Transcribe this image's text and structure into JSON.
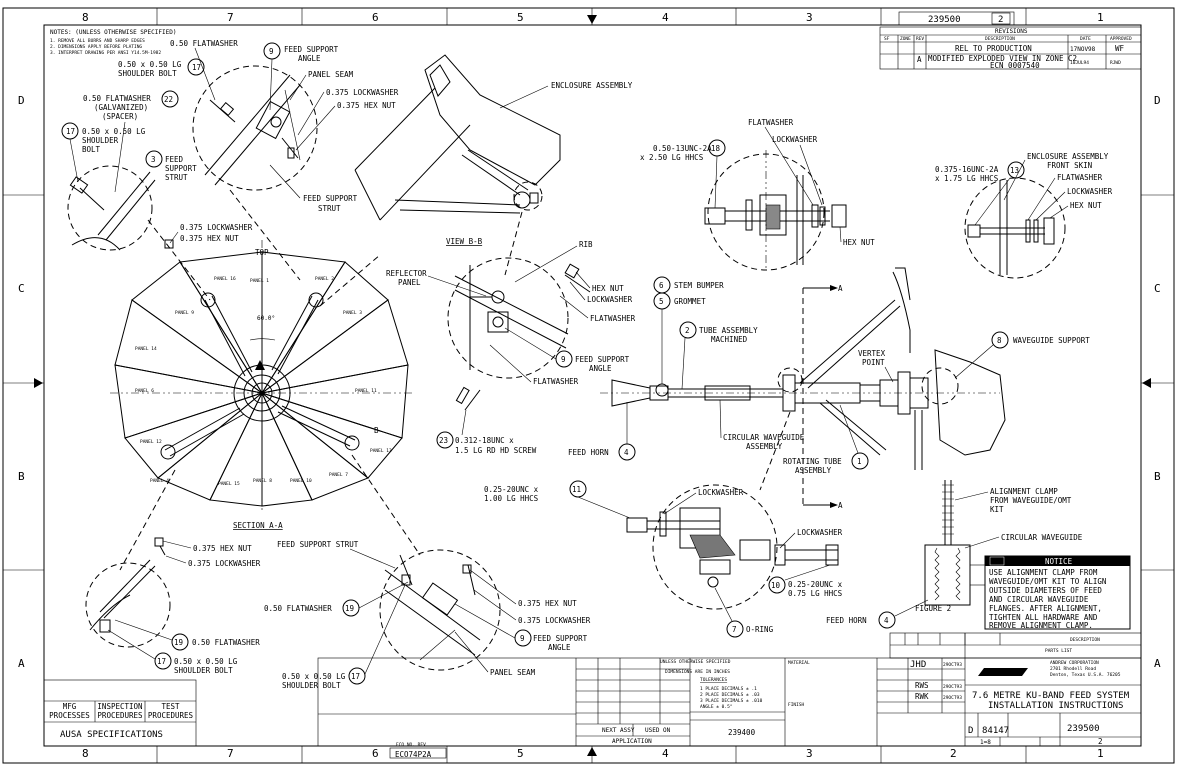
{
  "zones": {
    "columns": [
      "8",
      "7",
      "6",
      "5",
      "4",
      "3",
      "2",
      "1"
    ],
    "rows": [
      "D",
      "C",
      "B",
      "A"
    ]
  },
  "notes": {
    "title": "NOTES: (UNLESS OTHERWISE SPECIFIED)",
    "items": [
      "1. REMOVE ALL BURRS AND SHARP EDGES",
      "2. DIMENSIONS APPLY BEFORE PLATING",
      "3. INTERPRET DRAWING PER ANSI Y14.5M-1982"
    ]
  },
  "revisions": {
    "title": "REVISIONS",
    "headers": [
      "SF",
      "ZONE",
      "REV",
      "DESCRIPTION",
      "DATE",
      "APPROVED"
    ],
    "rows": [
      {
        "rev": "",
        "description": "REL TO PRODUCTION",
        "date": "17NOV98",
        "approved": "WF"
      },
      {
        "rev": "A",
        "description": "MODIFIED EXPLODED VIEW IN ZONE C2",
        "description2": "ECN 0007540",
        "date": "10JUL94",
        "approved": "RJWD"
      }
    ]
  },
  "top_block": {
    "dwg_no": "239500",
    "rev": "2"
  },
  "labels": {
    "flatwasher_050_a": "0.50 FLATWASHER",
    "shoulder_bolt_a1": "0.50 x 0.50 LG",
    "shoulder_bolt_a2": "SHOULDER BOLT",
    "feed_support_angle_a1": "FEED SUPPORT",
    "feed_support_angle_a2": "ANGLE",
    "panel_seam_a": "PANEL SEAM",
    "lockwasher_0375_a": "0.375 LOCKWASHER",
    "hex_nut_0375_a": "0.375 HEX NUT",
    "flatwasher_galv1": "0.50 FLATWASHER",
    "flatwasher_galv2": "(GALVANIZED)",
    "flatwasher_galv3": "(SPACER)",
    "shoulder_bolt_b1": "0.50 x 0.50 LG",
    "shoulder_bolt_b2": "SHOULDER",
    "shoulder_bolt_b3": "BOLT",
    "feed_support_strut_a1": "FEED",
    "feed_support_strut_a2": "SUPPORT",
    "feed_support_strut_a3": "STRUT",
    "feed_support_strut_b1": "FEED SUPPORT",
    "feed_support_strut_b2": "STRUT",
    "lockwasher_0375_b": "0.375 LOCKWASHER",
    "hex_nut_0375_b": "0.375 HEX NUT",
    "enclosure_assembly": "ENCLOSURE ASSEMBLY",
    "view_bb": "VIEW B-B",
    "reflector_panel1": "REFLECTOR",
    "reflector_panel2": "PANEL",
    "rib": "RIB",
    "hex_nut_c": "HEX NUT",
    "lockwasher_c": "LOCKWASHER",
    "flatwasher_c": "FLATWASHER",
    "feed_support_angle_c1": "FEED SUPPORT",
    "feed_support_angle_c2": "ANGLE",
    "flatwasher_c2": "FLATWASHER",
    "screw1": "0.312-18UNC x",
    "screw2": "1.5 LG RD HD SCREW",
    "top": "TOP",
    "angle": "60.0°",
    "section_aa": "SECTION A-A",
    "panels": [
      "PANEL 1",
      "PANEL 2",
      "PANEL 3",
      "PANEL 4",
      "PANEL 6",
      "PANEL 7",
      "PANEL 8",
      "PANEL 9",
      "PANEL 10",
      "PANEL 11",
      "PANEL 12",
      "PANEL 13",
      "PANEL 14",
      "PANEL 15",
      "PANEL 16"
    ],
    "b_mark": "B",
    "hex_nut_d": "0.375 HEX NUT",
    "lockwasher_d": "0.375 LOCKWASHER",
    "flatwasher_d": "0.50 FLATWASHER",
    "shoulder_bolt_d1": "0.50 x 0.50 LG",
    "shoulder_bolt_d2": "SHOULDER BOLT",
    "feed_support_strut_e": "FEED SUPPORT STRUT",
    "flatwasher_e": "0.50 FLATWASHER",
    "hex_nut_e": "0.375 HEX NUT",
    "lockwasher_e": "0.375 LOCKWASHER",
    "feed_support_angle_e1": "FEED SUPPORT",
    "feed_support_angle_e2": "ANGLE",
    "shoulder_bolt_e1": "0.50 x 0.50 LG",
    "shoulder_bolt_e2": "SHOULDER BOLT",
    "panel_seam_e": "PANEL SEAM",
    "flatwasher_f": "FLATWASHER",
    "lockwasher_f": "LOCKWASHER",
    "hhcs18_1": "0.50-13UNC-2A",
    "hhcs18_2": "x 2.50 LG HHCS",
    "hex_nut_f": "HEX NUT",
    "hhcs13_1": "0.375-16UNC-2A",
    "hhcs13_2": "x 1.75 LG HHCS",
    "enclosure_front1": "ENCLOSURE ASSEMBLY",
    "enclosure_front2": "FRONT SKIN",
    "flatwasher_g": "FLATWASHER",
    "lockwasher_g": "LOCKWASHER",
    "hex_nut_g": "HEX NUT",
    "stem_bumper": "STEM BUMPER",
    "grommet": "GROMMET",
    "tube_assembly1": "TUBE ASSEMBLY",
    "tube_assembly2": "MACHINED",
    "section_a_top": "A",
    "section_a_bot": "A",
    "waveguide_support": "WAVEGUIDE SUPPORT",
    "vertex1": "VERTEX",
    "vertex2": "POINT",
    "circ_wg1": "CIRCULAR WAVEGUIDE",
    "circ_wg2": "ASSEMBLY",
    "feed_horn_a": "FEED HORN",
    "rotating1": "ROTATING TUBE",
    "rotating2": "ASSEMBLY",
    "hhcs11_1": "0.25-20UNC x",
    "hhcs11_2": "1.00 LG HHCS",
    "lockwasher_h": "LOCKWASHER",
    "lockwasher_i": "LOCKWASHER",
    "hhcs10_1": "0.25-20UNC x",
    "hhcs10_2": "0.75 LG HHCS",
    "o_ring": "O-RING",
    "alignment1": "ALIGNMENT CLAMP",
    "alignment2": "FROM WAVEGUIDE/OMT",
    "alignment3": "KIT",
    "circ_wg_b": "CIRCULAR WAVEGUIDE",
    "notice_title": "NOTICE",
    "notice_lines": [
      "USE ALIGNMENT CLAMP FROM",
      "WAVEGUIDE/OMT KIT TO ALIGN",
      "OUTSIDE DIAMETERS OF FEED",
      "AND CIRCULAR WAVEGUIDE",
      "FLANGES. AFTER ALIGNMENT,",
      "TIGHTEN ALL HARDWARE AND",
      "REMOVE ALIGNMENT CLAMP."
    ],
    "figure2": "FIGURE 2",
    "feed_horn_b": "FEED HORN"
  },
  "balloons": {
    "b17a": "17",
    "b9a": "9",
    "b22": "22",
    "b17b": "17",
    "b3": "3",
    "b9c": "9",
    "b23": "23",
    "b19a": "19",
    "b17d": "17",
    "b19b": "19",
    "b9e": "9",
    "b17e": "17",
    "b18": "18",
    "b13": "13",
    "b6": "6",
    "b5": "5",
    "b2": "2",
    "b8": "8",
    "b4a": "4",
    "b1": "1",
    "b11": "11",
    "b10": "10",
    "b7": "7",
    "b4b": "4"
  },
  "spec_box": {
    "cols": [
      "MFG PROCESSES",
      "INSPECTION PROCEDURES",
      "TEST PROCEDURES"
    ],
    "footer": "AUSA SPECIFICATIONS"
  },
  "title_block": {
    "tolerances_title": "UNLESS OTHERWISE SPECIFIED",
    "tolerances_sub": "DIMENSIONS ARE IN INCHES",
    "tolerances": "TOLERANCES",
    "tol_lines": [
      "1 PLACE DECIMALS ± .1",
      "2 PLACE DECIMALS ± .03",
      "3 PLACE DECIMALS ± .010",
      "ANGLE ± 0.5°"
    ],
    "material": "MATERIAL",
    "finish": "FINISH",
    "next_assy": "NEXT ASSY",
    "used_on": "USED ON",
    "next_assy_no": "239400",
    "application": "APPLICATION",
    "drawn": "JHD",
    "drawn_date": "29OCT93",
    "checked": "",
    "eng": "RWS",
    "eng_date": "29OCT93",
    "mfg": "RWK",
    "mfg_date": "29OCT93",
    "company": "ANDREW CORPORATION",
    "company_addr1": "2701 Rhodell Road",
    "company_addr2": "Denton, Texas U.S.A. 76205",
    "logo": "ANDREW",
    "title1": "7.6 METRE KU-BAND FEED SYSTEM",
    "title2": "INSTALLATION INSTRUCTIONS",
    "size": "D",
    "fscm": "84147",
    "dwg_no": "239500",
    "scale": "1=8",
    "sheet": "2",
    "parts_list": "PARTS LIST",
    "ecn_label": "ECO NO. REV",
    "ecn_value": "ECO74P2A",
    "cage_label": "SIZE",
    "description": "DESCRIPTION"
  }
}
